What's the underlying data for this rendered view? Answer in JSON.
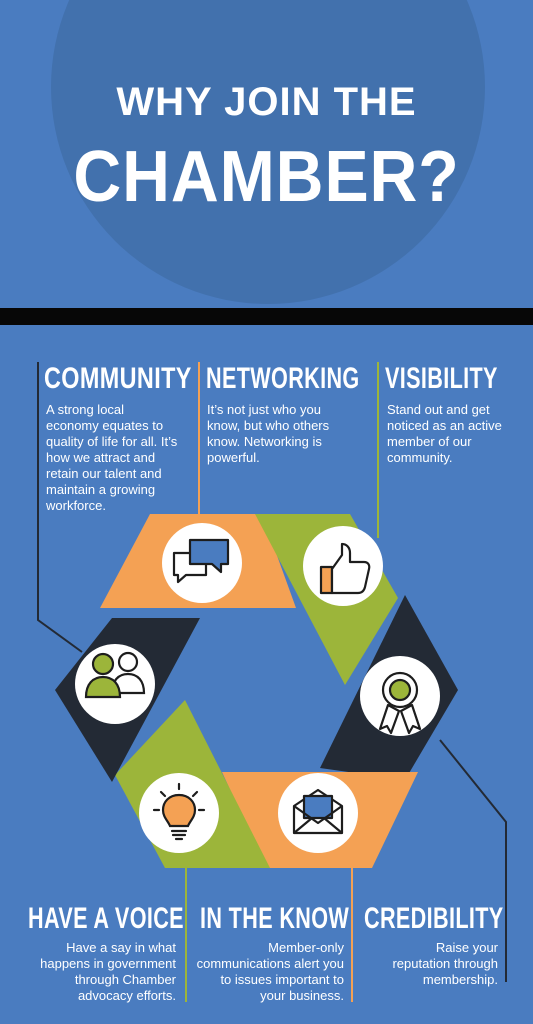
{
  "title": {
    "line1": "WHY JOIN THE",
    "line2": "CHAMBER?"
  },
  "items": [
    {
      "heading": "COMMUNITY",
      "text": "A strong local economy equates to quality of life for all. It’s how we attract and retain our talent and maintain a growing workforce.",
      "icon": "people-icon"
    },
    {
      "heading": "NETWORKING",
      "text": "It’s not just who you know, but who others know. Networking is powerful.",
      "icon": "chat-bubbles-icon"
    },
    {
      "heading": "VISIBILITY",
      "text": "Stand out and get noticed as an active member of our community.",
      "icon": "thumbs-up-icon"
    },
    {
      "heading": "HAVE A VOICE",
      "text": "Have a say in what happens in government through Chamber advocacy efforts.",
      "icon": "lightbulb-icon"
    },
    {
      "heading": "IN THE KNOW",
      "text": "Member-only communications alert you to issues important to your business.",
      "icon": "envelope-icon"
    },
    {
      "heading": "CREDIBILITY",
      "text": "Raise your reputation through membership.",
      "icon": "ribbon-award-icon"
    }
  ],
  "colors": {
    "background": "#4a7cc0",
    "orange": "#f4a154",
    "green": "#9cb53a",
    "dark": "#232a35",
    "white": "#ffffff"
  }
}
